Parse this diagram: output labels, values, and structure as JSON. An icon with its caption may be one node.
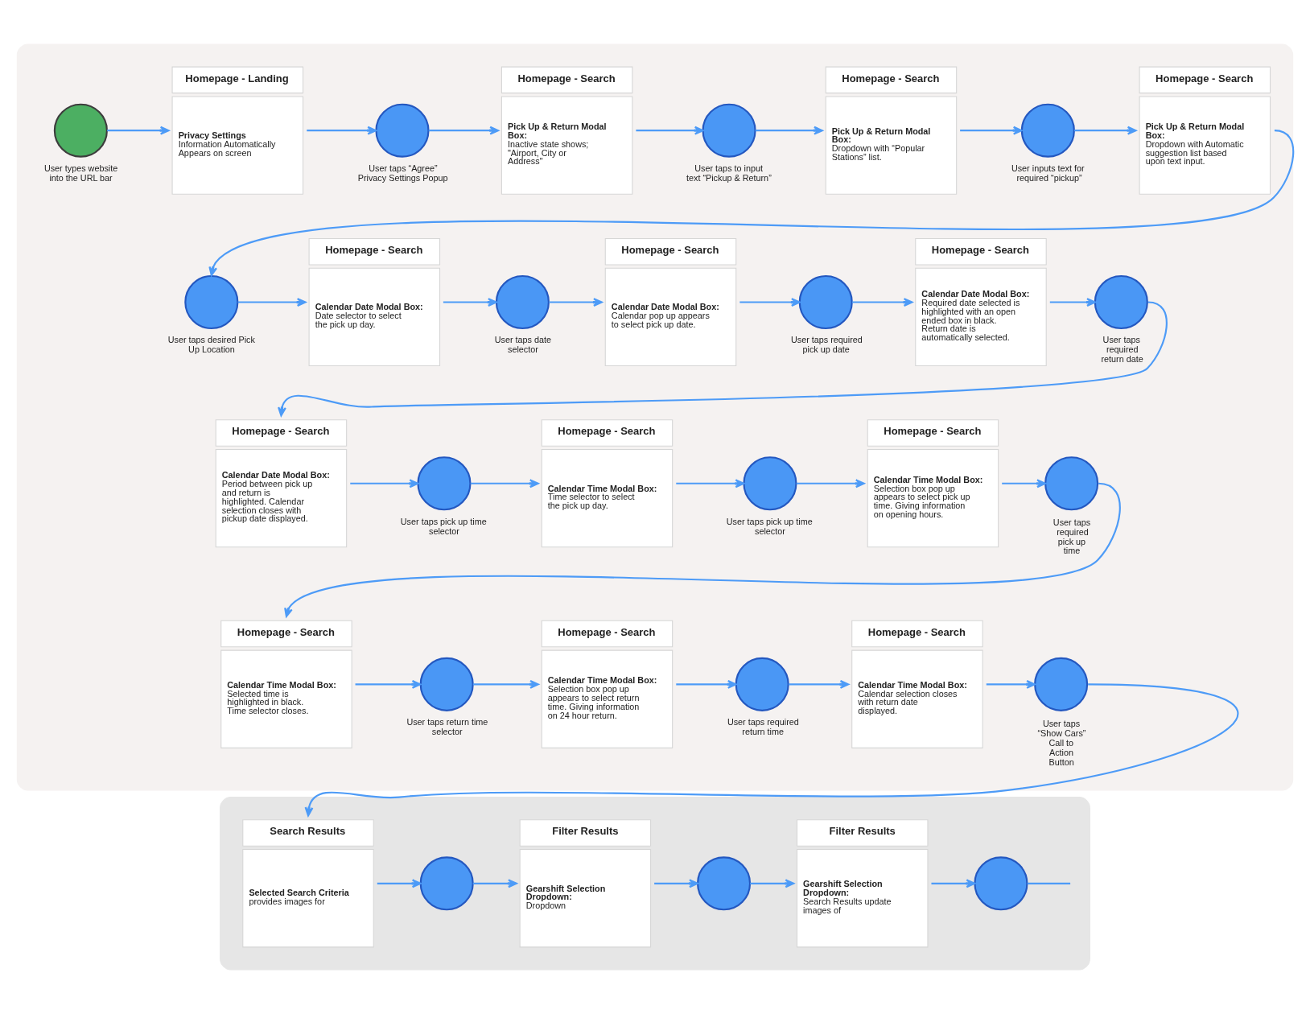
{
  "diagram": {
    "nodes": [
      {
        "text": [],
        "shape": "box"
      },
      {
        "text": [],
        "shape": "circle",
        "in": 0,
        "beside": [
          "User types website into the URL bar"
        ]
      },
      {
        "text": [
          "Homepage - Landing",
          "**Privacy Settings** Information Automatically Appears on screen"
        ],
        "in": 0
      },
      {
        "text": [],
        "shape": "circle",
        "in": 0,
        "beside": [
          "User taps “Agree” Privacy Settings Popup"
        ]
      },
      {
        "text": [
          "Homepage - Search",
          "**Pick Up & Return Modal Box:** Inactive state shows; \"Airport, City or Address\""
        ],
        "in": 0
      },
      {
        "text": [],
        "shape": "circle",
        "in": 0,
        "beside": [
          "User taps to input text “Pickup & Return”"
        ]
      },
      {
        "text": [
          "Homepage - Search",
          "**Pick Up & Return Modal Box:** Dropdown with “Popular Stations” list."
        ],
        "in": 0
      },
      {
        "text": [],
        "shape": "circle",
        "in": 0,
        "beside": [
          "User inputs text for required “pickup”"
        ]
      },
      {
        "text": [
          "Homepage - Search",
          "**Pick Up & Return Modal Box:** Dropdown with Automatic suggestion list based upon text input."
        ],
        "in": 0
      },
      {
        "text": [],
        "shape": "circle",
        "in": 0,
        "beside": [
          "User taps desired Pick Up Location"
        ]
      },
      {
        "text": [
          "Homepage - Search",
          "**Calendar Date Modal Box:** Date selector to select the pick up day."
        ],
        "in": 0
      },
      {
        "text": [],
        "shape": "circle",
        "in": 0,
        "beside": [
          "User taps date selector"
        ]
      },
      {
        "text": [
          "Homepage - Search",
          "**Calendar Date Modal Box:** Calendar pop up appears to select pick up date."
        ],
        "in": 0
      },
      {
        "text": [],
        "shape": "circle",
        "in": 0,
        "beside": [
          "User taps required pick up date"
        ]
      },
      {
        "text": [
          "Homepage - Search",
          "**Calendar Date Modal Box:** Required date selected is highlighted with an open ended box in black. Return date is automatically selected."
        ],
        "in": 0
      },
      {
        "text": [],
        "shape": "circle",
        "in": 0,
        "beside": [
          "User taps required return date"
        ]
      },
      {
        "text": [
          "Homepage - Search",
          "**Calendar Date Modal Box:** Period between pick up and return is highlighted. Calendar selection closes with pickup date displayed."
        ],
        "in": 0
      },
      {
        "text": [],
        "shape": "circle",
        "in": 0,
        "beside": [
          "User taps pick up time selector"
        ]
      },
      {
        "text": [
          "Homepage - Search",
          "**Calendar Time Modal Box:** Time selector to select the pick up day."
        ],
        "in": 0
      },
      {
        "text": [],
        "shape": "circle",
        "in": 0,
        "beside": [
          "User taps pick up time selector"
        ]
      },
      {
        "text": [
          "Homepage - Search",
          "**Calendar Time Modal Box:** Selection box pop up appears to select pick up time. Giving information on opening hours."
        ],
        "in": 0
      },
      {
        "text": [],
        "shape": "circle",
        "in": 0,
        "beside": [
          "User taps required pick up time"
        ]
      },
      {
        "text": [
          "Homepage - Search",
          "**Calendar Time Modal Box:** Selected time is highlighted in black. Time selector closes."
        ],
        "in": 0
      },
      {
        "text": [],
        "shape": "circle",
        "in": 0,
        "beside": [
          "User taps return time selector"
        ]
      },
      {
        "text": [
          "Homepage - Search",
          "**Calendar Time Modal Box:** Selection box pop up appears to select return time. Giving information on 24 hour return."
        ],
        "in": 0
      },
      {
        "text": [],
        "shape": "circle",
        "in": 0,
        "beside": [
          "User taps required return time"
        ]
      },
      {
        "text": [
          "Homepage - Search",
          "**Calendar Time Modal Box:** Calendar selection closes with return date displayed."
        ],
        "in": 0
      },
      {
        "text": [],
        "shape": "circle",
        "in": 0,
        "beside": [
          "User taps “Show Cars” Call to Action Button"
        ]
      },
      {
        "text": [],
        "shape": "box"
      },
      {
        "text": [
          "Search Results",
          "**Selected Search Criteria** provides images for"
        ],
        "in": 28
      },
      {
        "text": [],
        "shape": "circle",
        "in": 28
      },
      {
        "text": [
          "Filter Results",
          "**Gearshift Selection Dropdown:** Dropdown"
        ],
        "in": 28
      },
      {
        "text": [],
        "shape": "circle",
        "in": 28
      },
      {
        "text": [
          "Filter Results",
          "**Gearshift Selection Dropdown:** Search Results update images of"
        ],
        "in": 28
      },
      {
        "text": [],
        "shape": "circle",
        "in": 28
      }
    ],
    "edges": [
      {
        "from": 1,
        "to": 2,
        "arrow": "to"
      },
      {
        "from": 2,
        "to": 3,
        "arrow": "to"
      },
      {
        "from": 3,
        "to": 4,
        "arrow": "to"
      },
      {
        "from": 4,
        "to": 5,
        "arrow": "to"
      },
      {
        "from": 5,
        "to": 6,
        "arrow": "to"
      },
      {
        "from": 6,
        "to": 7,
        "arrow": "to"
      },
      {
        "from": 7,
        "to": 8,
        "arrow": "to"
      },
      {
        "from": 8,
        "to": 9,
        "arrow": "to"
      },
      {
        "from": 9,
        "to": 10,
        "arrow": "to"
      },
      {
        "from": 10,
        "to": 11,
        "arrow": "to"
      },
      {
        "from": 11,
        "to": 12,
        "arrow": "to"
      },
      {
        "from": 12,
        "to": 13,
        "arrow": "to"
      },
      {
        "from": 13,
        "to": 14,
        "arrow": "to"
      },
      {
        "from": 14,
        "to": 15,
        "arrow": "to"
      },
      {
        "from": 15,
        "to": 16,
        "arrow": "to"
      },
      {
        "from": 16,
        "to": 17,
        "arrow": "to"
      },
      {
        "from": 17,
        "to": 18,
        "arrow": "to"
      },
      {
        "from": 18,
        "to": 19,
        "arrow": "to"
      },
      {
        "from": 19,
        "to": 20,
        "arrow": "to"
      },
      {
        "from": 20,
        "to": 21,
        "arrow": "to"
      },
      {
        "from": 21,
        "to": 22,
        "arrow": "to"
      },
      {
        "from": 22,
        "to": 23,
        "arrow": "to"
      },
      {
        "from": 23,
        "to": 24,
        "arrow": "to"
      },
      {
        "from": 24,
        "to": 25,
        "arrow": "to"
      },
      {
        "from": 25,
        "to": 26,
        "arrow": "to"
      },
      {
        "from": 26,
        "to": 27,
        "arrow": "to"
      },
      {
        "from": 27,
        "to": 29,
        "arrow": "to"
      },
      {
        "from": 29,
        "to": 30,
        "arrow": "to"
      },
      {
        "from": 30,
        "to": 31,
        "arrow": "to"
      },
      {
        "from": 31,
        "to": 32,
        "arrow": "to"
      },
      {
        "from": 32,
        "to": 33,
        "arrow": "to"
      },
      {
        "from": 33,
        "to": 34,
        "arrow": "to"
      },
      {
        "from": 34,
        "to": null,
        "arrow": "none"
      }
    ]
  }
}
